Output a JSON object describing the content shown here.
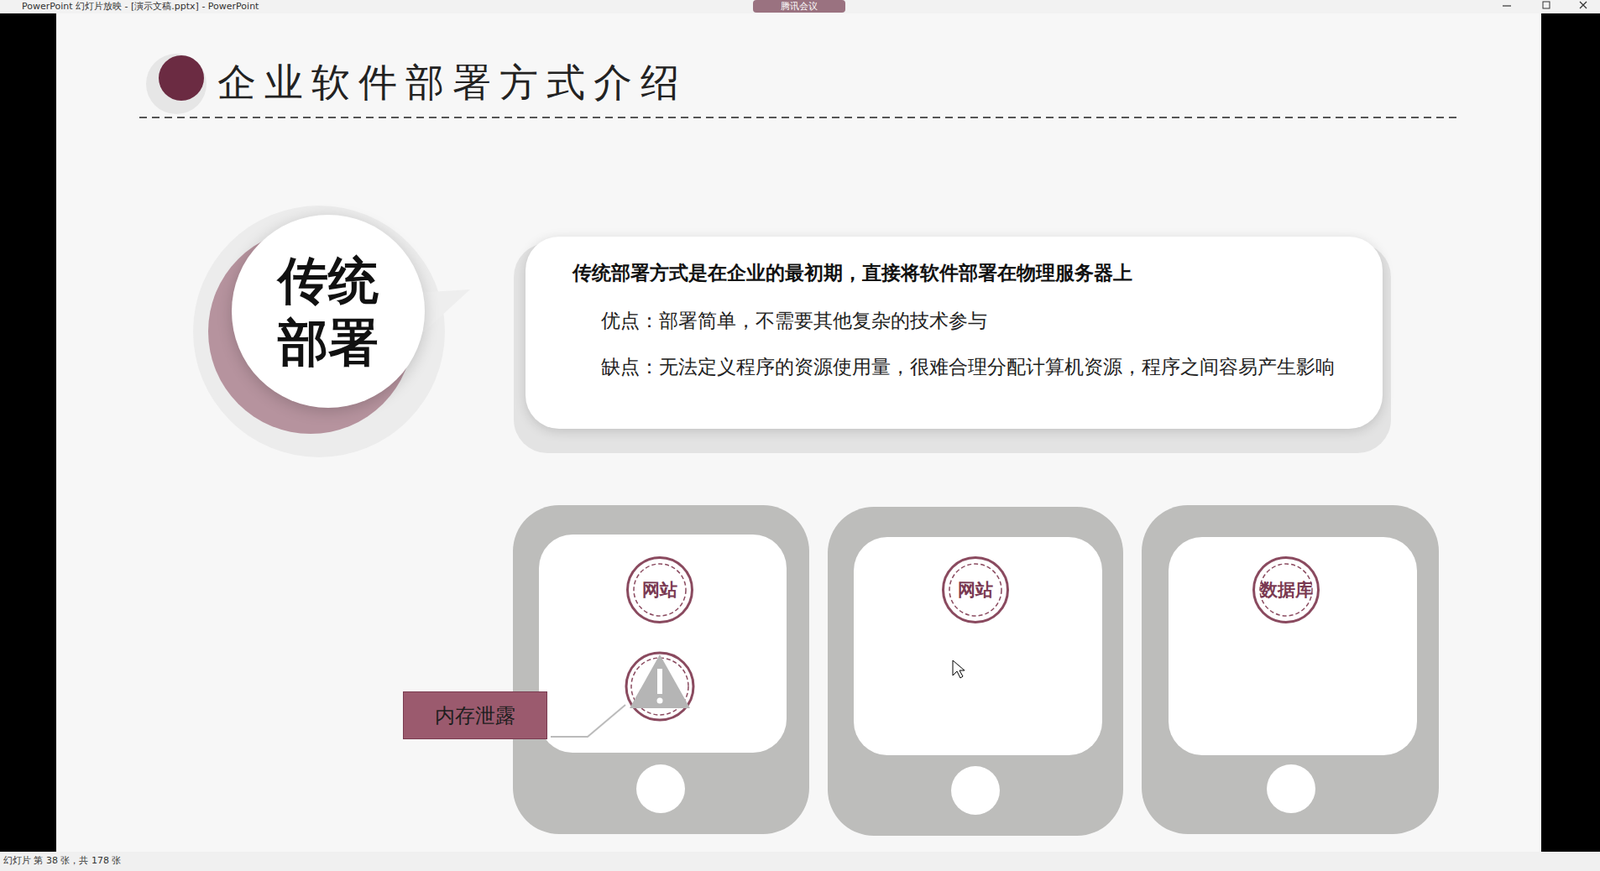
{
  "diagram": {
    "title": "企业软件部署方式介绍",
    "nodes": [
      {
        "text": [
          "传统 部署"
        ]
      },
      {
        "text": [
          "传统部署方式是在企业的最初期，直接将软件部署在物理服务器上",
          "优点：部署简单，不需要其他复杂的技术参与",
          "缺点：无法定义程序的资源使用量，很难合理分配计算机资源，程序之间容易产生影响"
        ]
      },
      {
        "text": [
          "网站"
        ]
      },
      {
        "text": [
          "网站"
        ]
      },
      {
        "text": [
          "数据库"
        ]
      },
      {
        "text": [
          "内存泄露"
        ]
      }
    ],
    "labels": [
      "PowerPoint 幻灯片放映 - [演示文稿.pptx] - PowerPoint",
      "腾讯会议",
      "幻灯片 第 38 张，共 178 张"
    ]
  }
}
